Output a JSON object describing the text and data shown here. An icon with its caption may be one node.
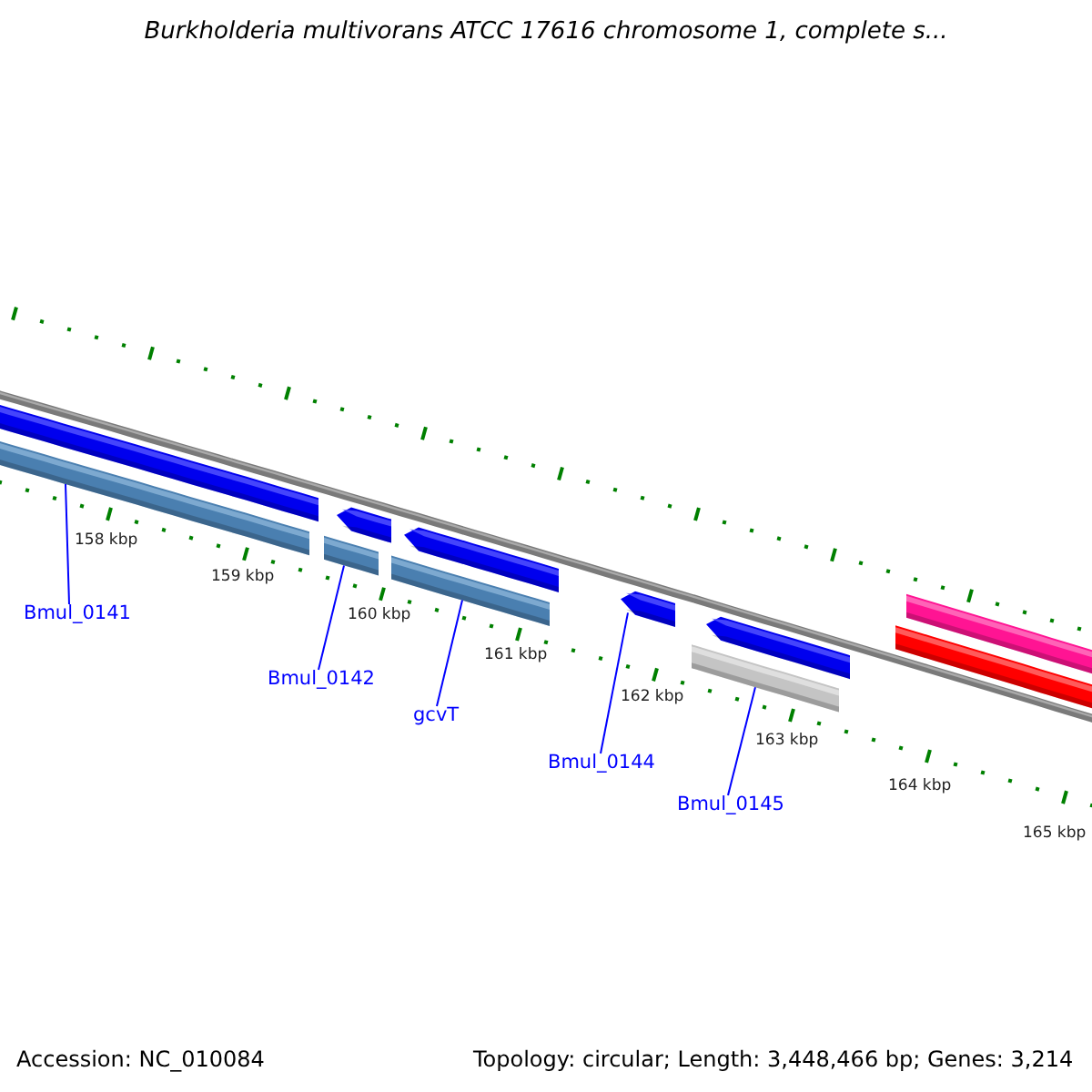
{
  "diagram": {
    "title": "Burkholderia multivorans ATCC 17616 chromosome 1, complete s...",
    "nodes": [
      {
        "text": [
          "Bmul_0141"
        ]
      },
      {
        "text": [
          "Bmul_0142"
        ]
      },
      {
        "text": [
          "gcvT"
        ]
      },
      {
        "text": [
          "Bmul_0144"
        ]
      },
      {
        "text": [
          "Bmul_0145"
        ]
      },
      {
        "text": [],
        "shape": "bar"
      },
      {
        "text": [],
        "shape": "bar"
      },
      {
        "text": [],
        "shape": "bar"
      },
      {
        "text": [],
        "shape": "bar"
      },
      {
        "text": [],
        "shape": "bar"
      },
      {
        "text": [],
        "shape": "bar"
      },
      {
        "text": [],
        "shape": "bar"
      },
      {
        "text": [],
        "shape": "bar"
      },
      {
        "text": [],
        "shape": "bar"
      },
      {
        "text": [],
        "shape": "bar"
      },
      {
        "text": [],
        "shape": "bar"
      }
    ],
    "edges": [
      {
        "from": 0,
        "to": 6,
        "arrow": "none"
      },
      {
        "from": 1,
        "to": 7,
        "arrow": "none"
      },
      {
        "from": 2,
        "to": 9,
        "arrow": "none"
      },
      {
        "from": 3,
        "to": 11,
        "arrow": "none"
      },
      {
        "from": 4,
        "to": 12,
        "arrow": "none"
      }
    ],
    "labels": [
      "158 kbp",
      "159 kbp",
      "160 kbp",
      "161 kbp",
      "162 kbp",
      "163 kbp",
      "164 kbp",
      "165 kbp",
      "Accession: NC_010084",
      "Topology: circular; Length: 3,448,466 bp; Genes: 3,214"
    ]
  }
}
